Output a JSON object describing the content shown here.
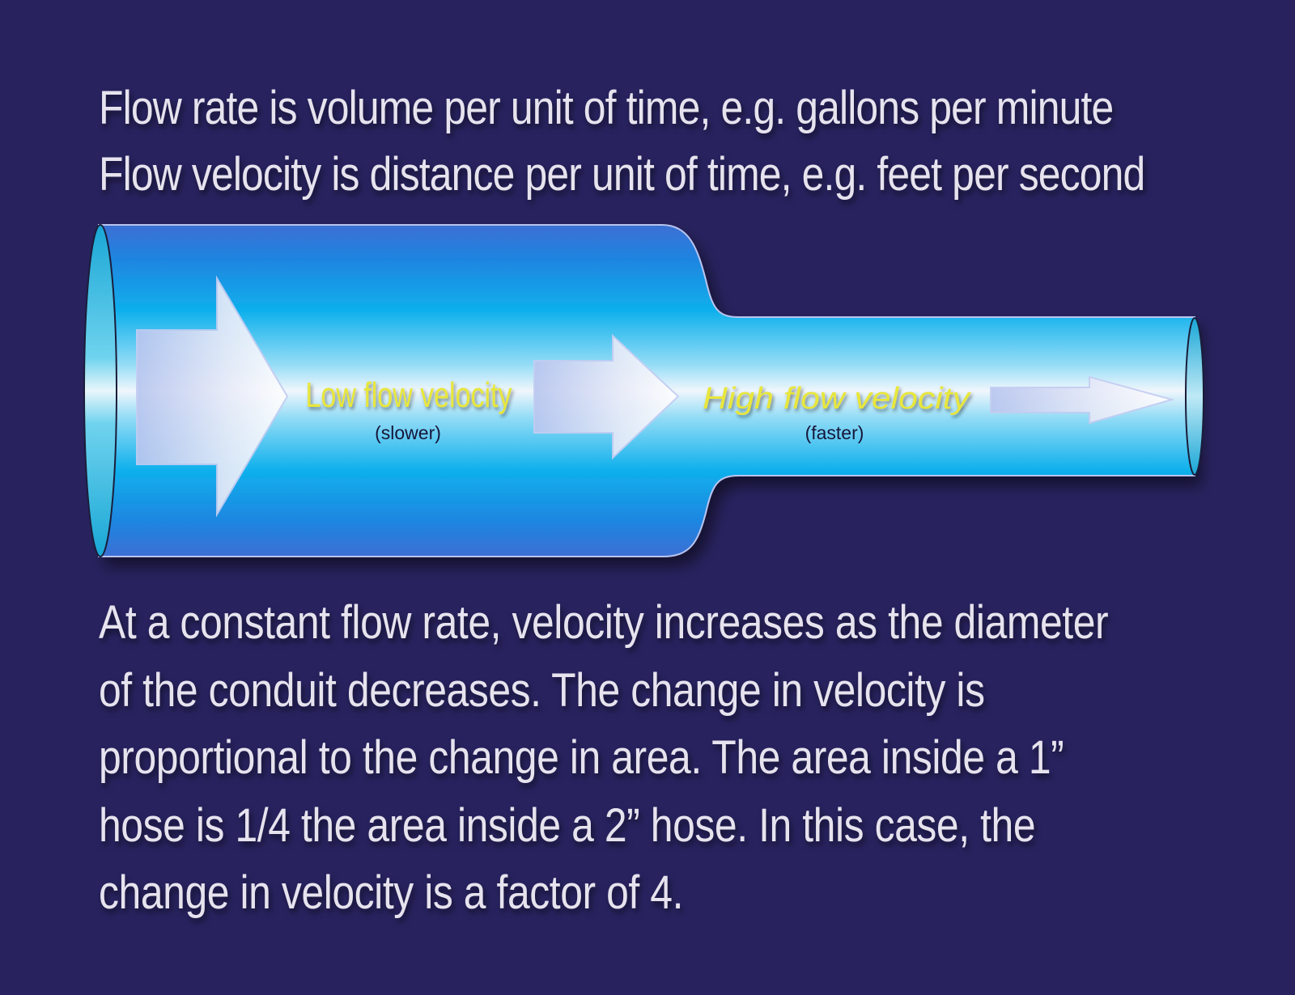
{
  "header": {
    "line1": "Flow rate is volume per unit of time, e.g. gallons per minute",
    "line2": "Flow velocity is distance per unit of time, e.g. feet per second"
  },
  "diagram": {
    "low_label": "Low flow velocity",
    "low_sublabel": "(slower)",
    "high_label": "High flow velocity",
    "high_sublabel": "(faster)",
    "colors": {
      "background": "#28235f",
      "pipe_blue": "#0ea6e8",
      "label_yellow": "#e8e63a",
      "arrow_light": "#dfe4f6"
    }
  },
  "paragraph": {
    "lines": [
      "At a constant flow rate, velocity increases as the diameter",
      "of the conduit decreases. The change in velocity is",
      "proportional to the change in area. The area inside a 1”",
      "hose is 1/4 the area inside a 2” hose. In this case, the",
      "change in velocity is a factor of 4."
    ]
  }
}
